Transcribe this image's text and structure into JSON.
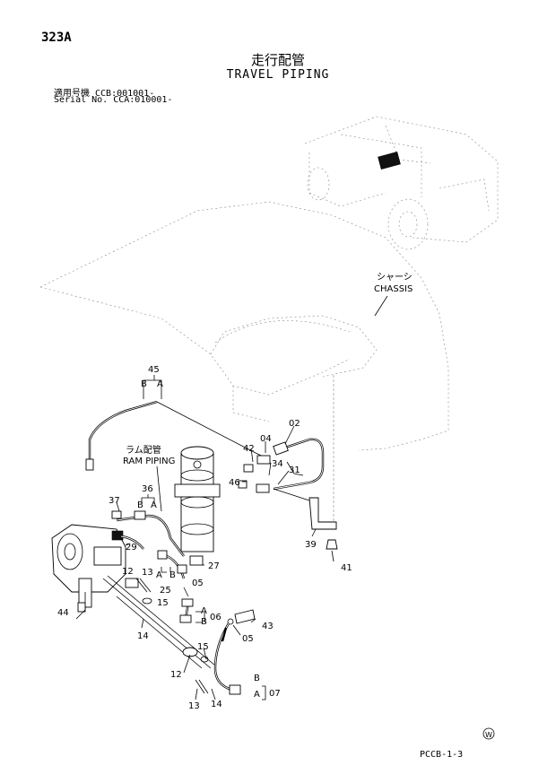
{
  "header": {
    "page_number": "323A",
    "title_jp": "走行配管",
    "title_en": "TRAVEL PIPING",
    "serial_line_1": "適用号機  CCB:001001-",
    "serial_line_2": "Serial No. CCA:010001-"
  },
  "labels": {
    "chassis_jp": "シャーシ",
    "chassis_en": "CHASSIS",
    "ram_jp": "ラム配管",
    "ram_en": "RAM PIPING"
  },
  "callouts": {
    "c45": "45",
    "c02": "02",
    "c04": "04",
    "c42": "42",
    "c34": "34",
    "c31": "31",
    "c46": "46",
    "c36": "36",
    "c37": "37",
    "c29": "29",
    "c39": "39",
    "c41": "41",
    "c27": "27",
    "c13a": "13",
    "c25": "25",
    "c12a": "12",
    "c15a": "15",
    "c05a": "05",
    "c06": "06",
    "c43": "43",
    "c05b": "05",
    "c44": "44",
    "c14a": "14",
    "c15b": "15",
    "c12b": "12",
    "c07": "07",
    "c13b": "13",
    "c14b": "14"
  },
  "port_letters": {
    "p45b": "B",
    "p45a": "A",
    "p36b": "B",
    "p36a": "A",
    "p25a": "A",
    "p25b": "B",
    "p06a": "A",
    "p06b": "B",
    "p07b": "B",
    "p07a": "A"
  },
  "footer": {
    "symbol": "W",
    "code": "PCCB-1-3"
  }
}
